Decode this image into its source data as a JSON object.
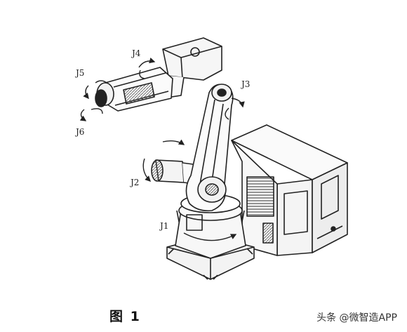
{
  "figure": {
    "caption": "图 1",
    "watermark": "头条 @微智造APP",
    "joints": {
      "j1": "J1",
      "j2": "J2",
      "j3": "J3",
      "j4": "J4",
      "j5": "J5",
      "j6": "J6"
    }
  }
}
